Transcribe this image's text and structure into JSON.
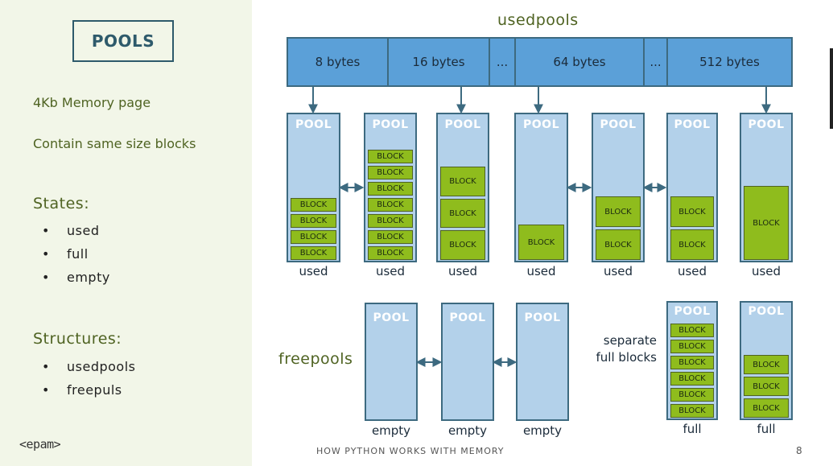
{
  "slide": {
    "title": "POOLS",
    "desc1": "4Kb Memory page",
    "desc2": "Contain same size blocks",
    "states_heading": "States:",
    "states": [
      "used",
      "full",
      "empty"
    ],
    "structures_heading": "Structures:",
    "structures": [
      "usedpools",
      "freepuls"
    ],
    "bullet_glyph": "•",
    "logo": "<epam>",
    "footer": "HOW PYTHON WORKS WITH MEMORY",
    "page_number": "8"
  },
  "diagram": {
    "usedpools_label": "usedpools",
    "freepools_label": "freepools",
    "size_classes": [
      "8 bytes",
      "16 bytes",
      "...",
      "64 bytes",
      "...",
      "512 bytes"
    ],
    "pool_label": "POOL",
    "block_label": "BLOCK",
    "separate_label_line1": "separate",
    "separate_label_line2": "full blocks",
    "used_pools": [
      {
        "state": "used",
        "blocks": 4
      },
      {
        "state": "used",
        "blocks": 7
      },
      {
        "state": "used",
        "blocks": 3
      },
      {
        "state": "used",
        "blocks": 1
      },
      {
        "state": "used",
        "blocks": 2
      },
      {
        "state": "used",
        "blocks": 2
      },
      {
        "state": "used",
        "blocks": 1
      }
    ],
    "free_pools": [
      {
        "state": "empty"
      },
      {
        "state": "empty"
      },
      {
        "state": "empty"
      }
    ],
    "full_pools": [
      {
        "state": "full",
        "blocks": 6
      },
      {
        "state": "full",
        "blocks": 3
      }
    ]
  },
  "colors": {
    "left_panel_bg": "#f2f6e8",
    "olive_text": "#4f6322",
    "usedpools_bar": "#5ba0d8",
    "pool_bg": "#b3d1ea",
    "pool_border": "#3d6a80",
    "block_fill": "#8fbc1d"
  }
}
